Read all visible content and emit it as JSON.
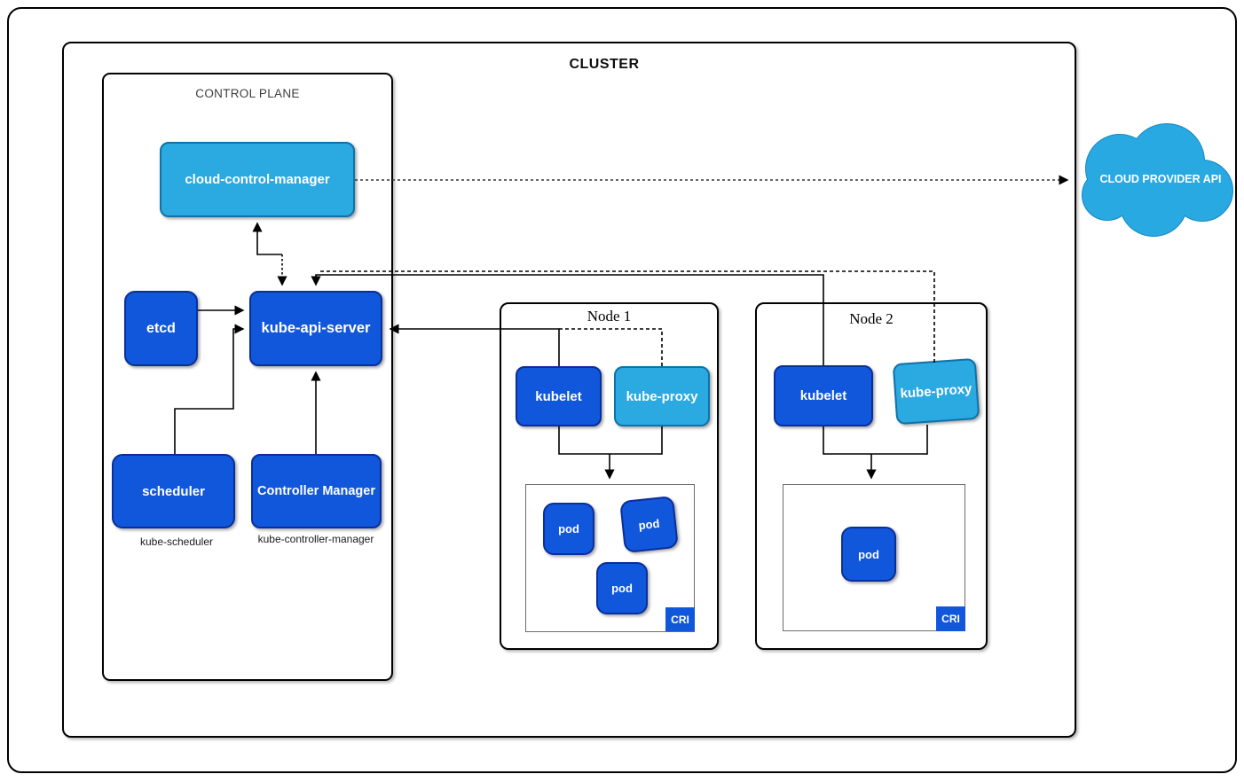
{
  "colors": {
    "primary_blue": "#1157DB",
    "primary_blue_border": "#0A2E9C",
    "light_blue": "#2BA9E1",
    "light_blue_border": "#0F72A8",
    "connector": "#000000"
  },
  "cluster": {
    "label": "CLUSTER"
  },
  "control_plane": {
    "label": "CONTROL PLANE",
    "cloud_control_manager": "cloud-control-manager",
    "etcd": "etcd",
    "kube_api_server": "kube-api-server",
    "scheduler": "scheduler",
    "scheduler_caption": "kube-scheduler",
    "controller_manager": "Controller Manager",
    "controller_manager_caption": "kube-controller-manager"
  },
  "nodes": [
    {
      "label": "Node 1",
      "kubelet": "kubelet",
      "kube_proxy": "kube-proxy",
      "pods": [
        "pod",
        "pod",
        "pod"
      ],
      "cri_label": "CRI"
    },
    {
      "label": "Node 2",
      "kubelet": "kubelet",
      "kube_proxy": "kube-proxy",
      "pods": [
        "pod"
      ],
      "cri_label": "CRI"
    }
  ],
  "external": {
    "cloud_provider_api": "CLOUD PROVIDER API"
  }
}
